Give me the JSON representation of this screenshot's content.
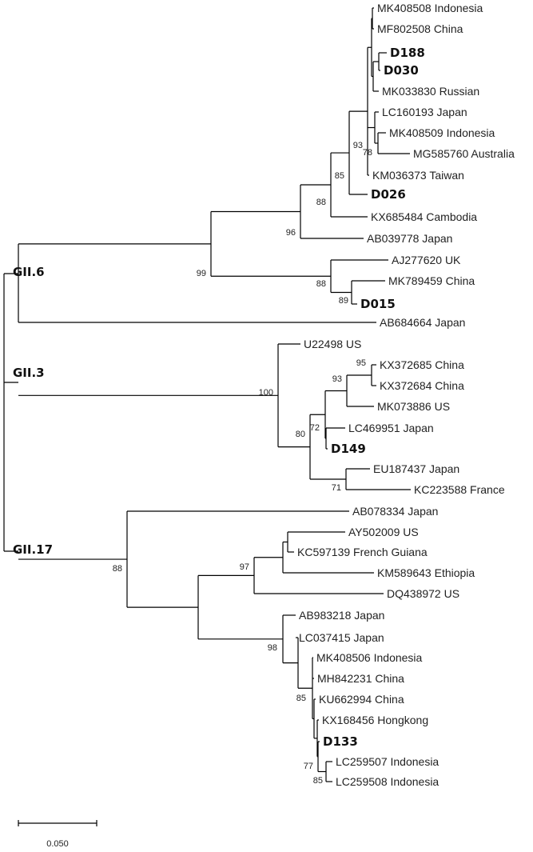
{
  "clades": [
    {
      "id": "gii6",
      "label": "GII.6"
    },
    {
      "id": "gii3",
      "label": "GII.3"
    },
    {
      "id": "gii17",
      "label": "GII.17"
    }
  ],
  "leaves": [
    {
      "id": "l1",
      "label": "MK408508 Indonesia",
      "bold": false
    },
    {
      "id": "l2",
      "label": "MF802508 China",
      "bold": false
    },
    {
      "id": "l3",
      "label": "D188",
      "bold": true
    },
    {
      "id": "l4",
      "label": "D030",
      "bold": true
    },
    {
      "id": "l5",
      "label": "MK033830 Russian",
      "bold": false
    },
    {
      "id": "l6",
      "label": "LC160193 Japan",
      "bold": false
    },
    {
      "id": "l7",
      "label": "MK408509 Indonesia",
      "bold": false
    },
    {
      "id": "l8",
      "label": "MG585760 Australia",
      "bold": false
    },
    {
      "id": "l9",
      "label": "KM036373 Taiwan",
      "bold": false
    },
    {
      "id": "l10",
      "label": "D026",
      "bold": true
    },
    {
      "id": "l11",
      "label": "KX685484 Cambodia",
      "bold": false
    },
    {
      "id": "l12",
      "label": "AB039778 Japan",
      "bold": false
    },
    {
      "id": "l13",
      "label": "AJ277620 UK",
      "bold": false
    },
    {
      "id": "l14",
      "label": "MK789459 China",
      "bold": false
    },
    {
      "id": "l15",
      "label": "D015",
      "bold": true
    },
    {
      "id": "l16",
      "label": "AB684664 Japan",
      "bold": false
    },
    {
      "id": "l17",
      "label": "U22498 US",
      "bold": false
    },
    {
      "id": "l18",
      "label": "KX372685 China",
      "bold": false
    },
    {
      "id": "l19",
      "label": "KX372684 China",
      "bold": false
    },
    {
      "id": "l20",
      "label": "MK073886 US",
      "bold": false
    },
    {
      "id": "l21",
      "label": "LC469951 Japan",
      "bold": false
    },
    {
      "id": "l22",
      "label": "D149",
      "bold": true
    },
    {
      "id": "l23",
      "label": "EU187437 Japan",
      "bold": false
    },
    {
      "id": "l24",
      "label": "KC223588 France",
      "bold": false
    },
    {
      "id": "l25",
      "label": "AB078334 Japan",
      "bold": false
    },
    {
      "id": "l26",
      "label": "AY502009 US",
      "bold": false
    },
    {
      "id": "l27",
      "label": "KC597139 French Guiana",
      "bold": false
    },
    {
      "id": "l28",
      "label": "KM589643 Ethiopia",
      "bold": false
    },
    {
      "id": "l29",
      "label": "DQ438972 US",
      "bold": false
    },
    {
      "id": "l30",
      "label": "AB983218 Japan",
      "bold": false
    },
    {
      "id": "l31",
      "label": "LC037415 Japan",
      "bold": false
    },
    {
      "id": "l32",
      "label": "MK408506 Indonesia",
      "bold": false
    },
    {
      "id": "l33",
      "label": "MH842231 China",
      "bold": false
    },
    {
      "id": "l34",
      "label": "KU662994 China",
      "bold": false
    },
    {
      "id": "l35",
      "label": "KX168456 Hongkong",
      "bold": false
    },
    {
      "id": "l36",
      "label": "D133",
      "bold": true
    },
    {
      "id": "l37",
      "label": "LC259507 Indonesia",
      "bold": false
    },
    {
      "id": "l38",
      "label": "LC259508 Indonesia",
      "bold": false
    }
  ],
  "bootstrap": [
    {
      "id": "b78",
      "value": "78"
    },
    {
      "id": "b93a",
      "value": "93"
    },
    {
      "id": "b85a",
      "value": "85"
    },
    {
      "id": "b88a",
      "value": "88"
    },
    {
      "id": "b96",
      "value": "96"
    },
    {
      "id": "b99",
      "value": "99"
    },
    {
      "id": "b88b",
      "value": "88"
    },
    {
      "id": "b89",
      "value": "89"
    },
    {
      "id": "b95",
      "value": "95"
    },
    {
      "id": "b93b",
      "value": "93"
    },
    {
      "id": "b72",
      "value": "72"
    },
    {
      "id": "b80",
      "value": "80"
    },
    {
      "id": "b100",
      "value": "100"
    },
    {
      "id": "b71",
      "value": "71"
    },
    {
      "id": "b97",
      "value": "97"
    },
    {
      "id": "b88c",
      "value": "88"
    },
    {
      "id": "b98",
      "value": "98"
    },
    {
      "id": "b85b",
      "value": "85"
    },
    {
      "id": "b77",
      "value": "77"
    },
    {
      "id": "b85c",
      "value": "85"
    }
  ],
  "scale": {
    "label": "0.050"
  }
}
